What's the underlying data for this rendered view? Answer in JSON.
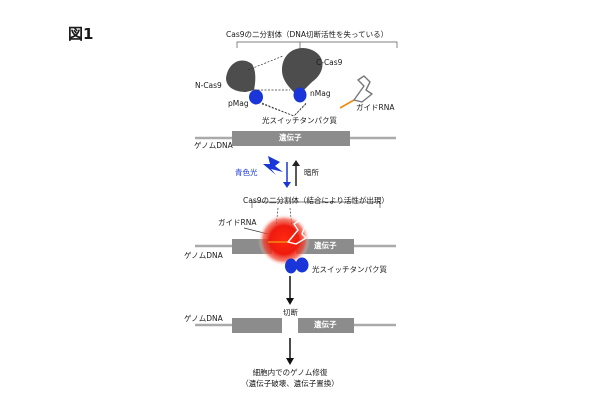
{
  "figure_label": "図1",
  "top": {
    "split_label": "Cas9の二分割体（DNA切断活性を失っている）",
    "n_cas9": "N-Cas9",
    "c_cas9": "C-Cas9",
    "pmag": "pMag",
    "nmag": "nMag",
    "guide_rna": "ガイドRNA",
    "photoswitch": "光スイッチタンパク質"
  },
  "dna1": {
    "genome": "ゲノムDNA",
    "gene": "遺伝子"
  },
  "light": {
    "blue": "青色光",
    "dark": "暗所"
  },
  "middle": {
    "split_label": "Cas9の二分割体（結合により活性が出現）",
    "guide_rna": "ガイドRNA",
    "genome": "ゲノムDNA",
    "gene": "遺伝子",
    "photoswitch": "光スイッチタンパク質"
  },
  "cut": {
    "label": "切断",
    "genome": "ゲノムDNA",
    "gene": "遺伝子"
  },
  "bottom": {
    "line1": "細胞内でのゲノム修復",
    "line2": "（遺伝子破壊、遺伝子置換）"
  },
  "colors": {
    "gray_dark": "#4d4d4d",
    "gene_box": "#8c8c8c",
    "dna_line": "#aaaaaa",
    "blue": "#1a35d8",
    "orange": "#f28a12",
    "red_glow": "#e8150f"
  }
}
